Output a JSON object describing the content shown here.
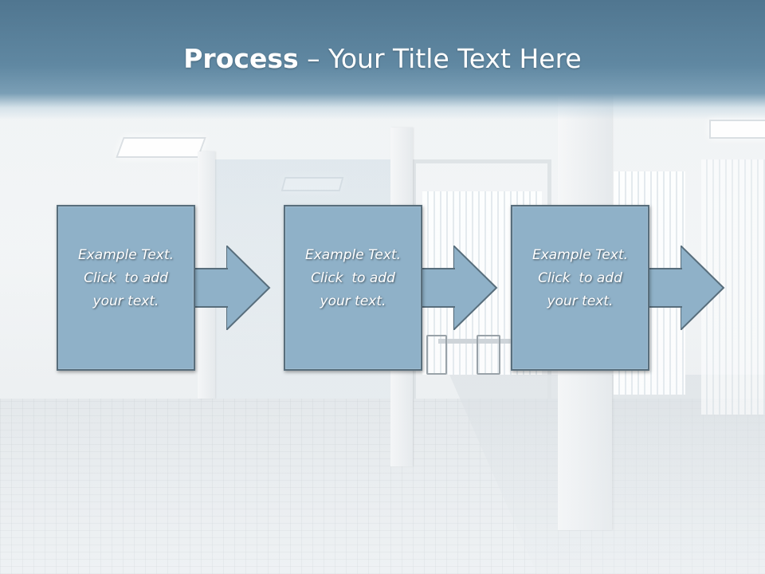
{
  "slide": {
    "title_bold": "Process",
    "title_rest": " – Your Title Text Here"
  },
  "steps": [
    {
      "lines": [
        "Example Text.",
        "Click  to add",
        "your text."
      ]
    },
    {
      "lines": [
        "Example Text.",
        "Click  to add",
        "your text."
      ]
    },
    {
      "lines": [
        "Example Text.",
        "Click  to add",
        "your text."
      ]
    }
  ],
  "colors": {
    "banner": "#5a86a3",
    "box_fill": "#8fb1c8",
    "box_border": "#586e7c",
    "arrow_fill": "#8fb1c8",
    "text": "#ffffff"
  }
}
